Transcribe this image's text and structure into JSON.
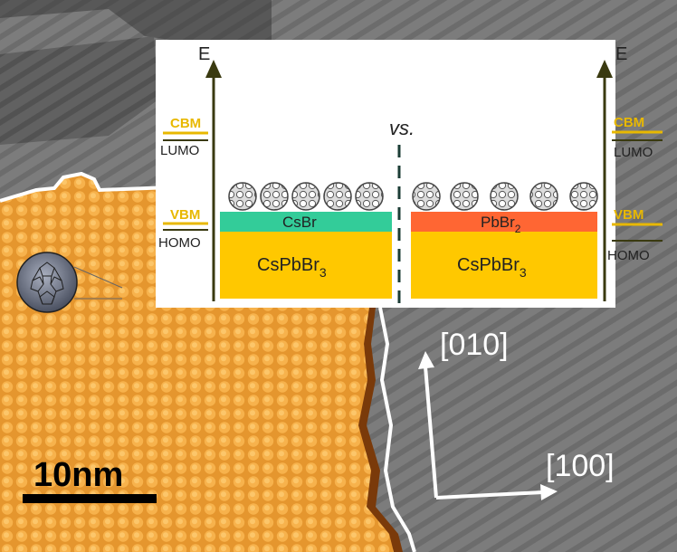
{
  "inset": {
    "energy_axis_label": "E",
    "versus_label": "vs.",
    "left": {
      "cbm": "CBM",
      "lumo": "LUMO",
      "vbm": "VBM",
      "homo": "HOMO",
      "surface_layer": "CsBr",
      "surface_color": "#33cc99",
      "bulk_base": "CsPbBr",
      "bulk_sub": "3",
      "bulk_color": "#ffc800"
    },
    "right": {
      "cbm": "CBM",
      "lumo": "LUMO",
      "vbm": "VBM",
      "homo": "HOMO",
      "surface_base": "PbBr",
      "surface_sub": "2",
      "surface_color": "#ff6633",
      "bulk_base": "CsPbBr",
      "bulk_sub": "3",
      "bulk_color": "#ffc800"
    },
    "level_color": "#e8b800",
    "axis_color": "#3a3a10"
  },
  "directions": {
    "y_label": "[010]",
    "x_label": "[100]"
  },
  "scale_bar": {
    "label": "10nm"
  },
  "colors": {
    "orange_terrace": "#f0a43c",
    "gray_terrace": "#7a7a7a"
  }
}
